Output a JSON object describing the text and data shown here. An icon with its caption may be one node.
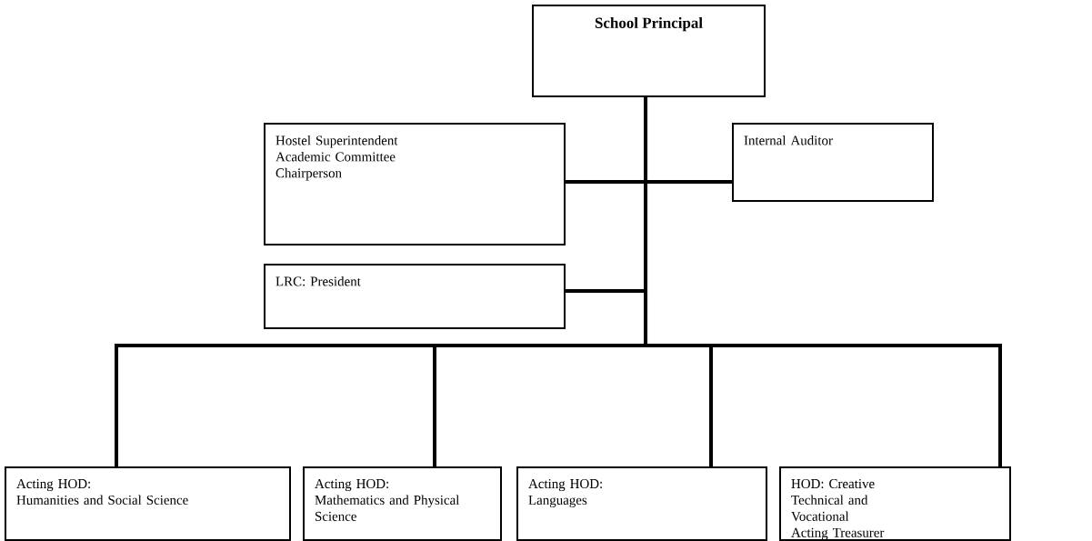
{
  "diagram": {
    "nodes": [
      {
        "text": [
          "School Principal"
        ]
      },
      {
        "text": [
          "Hostel Superintendent",
          "Academic Committee Chairperson"
        ]
      },
      {
        "text": [
          "Internal Auditor"
        ]
      },
      {
        "text": [
          "LRC: President"
        ]
      },
      {
        "text": [
          "Acting HOD:",
          "Humanities and Social Science"
        ]
      },
      {
        "text": [
          "Acting HOD:",
          "Mathematics and Physical Science"
        ]
      },
      {
        "text": [
          "Acting HOD:",
          "Languages"
        ]
      },
      {
        "text": [
          "HOD: Creative Technical and Vocational",
          "Acting Treasurer"
        ]
      }
    ],
    "edges": [
      {
        "from": 0,
        "to": 1,
        "arrow": "none"
      },
      {
        "from": 0,
        "to": 2,
        "arrow": "none"
      },
      {
        "from": 0,
        "to": 3,
        "arrow": "none"
      },
      {
        "from": 0,
        "to": 4,
        "arrow": "none"
      },
      {
        "from": 0,
        "to": 5,
        "arrow": "none"
      },
      {
        "from": 0,
        "to": 6,
        "arrow": "none"
      },
      {
        "from": 0,
        "to": 7,
        "arrow": "none"
      }
    ]
  }
}
